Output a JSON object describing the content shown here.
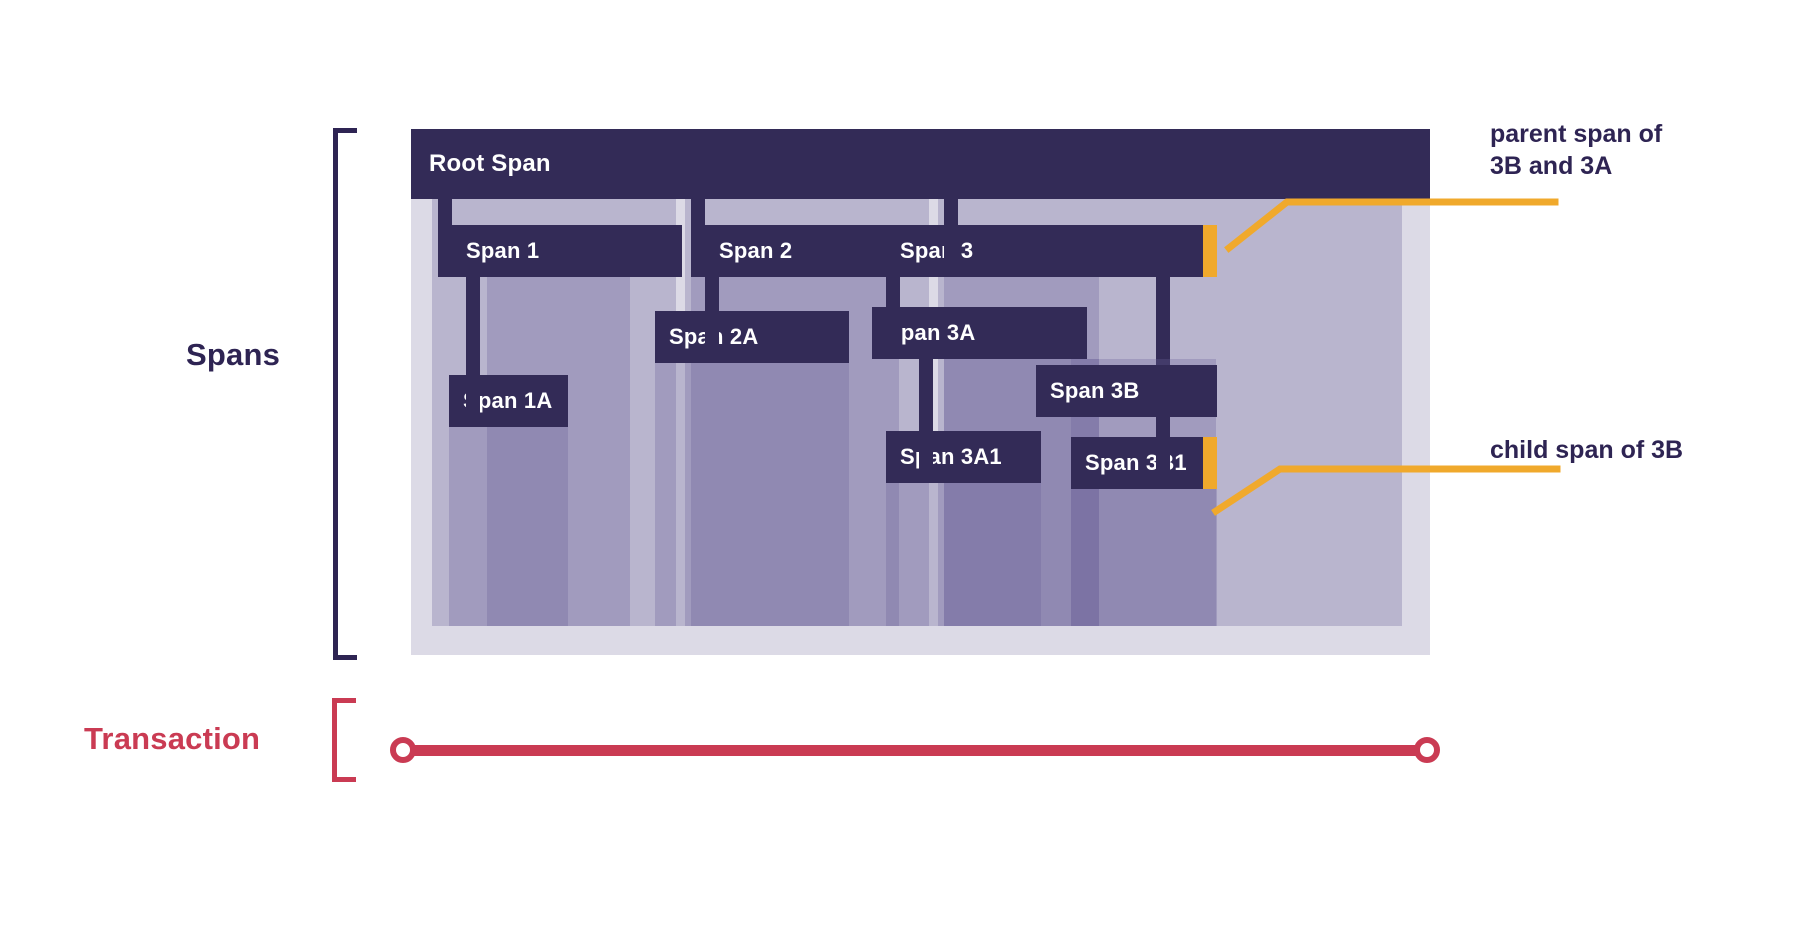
{
  "labels": {
    "spans": "Spans",
    "transaction": "Transaction"
  },
  "colors": {
    "span_bar": "#332b57",
    "panel": "#6a5f98",
    "canvas": "#dcdae6",
    "highlight": "#f0a92c",
    "transaction": "#ca3b53",
    "text_dark": "#2e2453"
  },
  "spans": {
    "root": {
      "label": "Root Span"
    },
    "items": [
      {
        "label": "Span 1"
      },
      {
        "label": "Span 1A"
      },
      {
        "label": "Span 2"
      },
      {
        "label": "Span 2A"
      },
      {
        "label": "Span 3"
      },
      {
        "label": "Span 3A"
      },
      {
        "label": "Span 3A1"
      },
      {
        "label": "Span 3B"
      },
      {
        "label": "Span 3B1"
      }
    ]
  },
  "callouts": [
    {
      "id": "parent",
      "text": "parent span of\n3B and 3A",
      "target": "Span 3"
    },
    {
      "id": "child",
      "text": "child span of 3B",
      "target": "Span 3B1"
    }
  ],
  "transaction": {
    "start_marker": "circle",
    "end_marker": "circle"
  }
}
